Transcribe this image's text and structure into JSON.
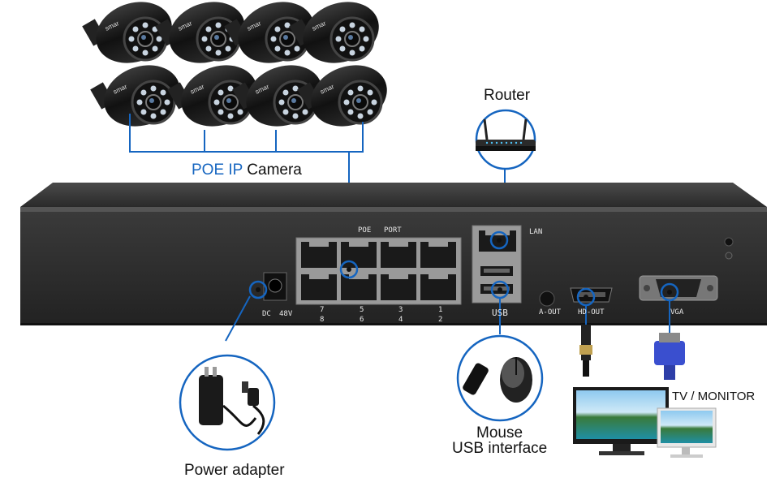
{
  "labels": {
    "router": "Router",
    "poe_prefix": "POE IP",
    "poe_suffix": " Camera",
    "tv_monitor": "TV / MONITOR",
    "mouse_line1": "Mouse",
    "mouse_line2": "USB interface",
    "power_adapter": "Power adapter"
  },
  "panel": {
    "poe": "POE",
    "port": "PORT",
    "lan": "LAN",
    "dc": "DC",
    "voltage": "48V",
    "port_numbers": [
      "7",
      "8",
      "5",
      "6",
      "3",
      "4",
      "1",
      "2"
    ],
    "usb": "USB",
    "a_out": "A-OUT",
    "hd_out": "HD-OUT",
    "vga": "VGA"
  },
  "camera_brand": "smar",
  "colors": {
    "accent": "#1565c0",
    "device_body": "#2e2e2e",
    "device_top": "#3c3c3c"
  }
}
